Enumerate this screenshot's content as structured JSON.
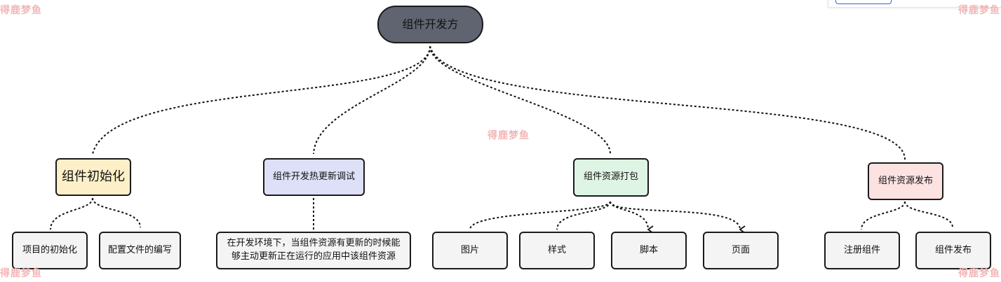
{
  "root": {
    "label": "组件开发方"
  },
  "branches": {
    "init": {
      "label": "组件初始化"
    },
    "hot": {
      "label": "组件开发热更新调试"
    },
    "pack": {
      "label": "组件资源打包"
    },
    "publish": {
      "label": "组件资源发布"
    }
  },
  "leaves": {
    "init_project": "项目的初始化",
    "init_config": "配置文件的编写",
    "hot_desc_line1": "在开发环境下，当组件资源有更新的时候能",
    "hot_desc_line2": "够主动更新正在运行的应用中该组件资源",
    "pack_image": "图片",
    "pack_style": "样式",
    "pack_script": "脚本",
    "pack_page": "页面",
    "publish_register": "注册组件",
    "publish_release": "组件发布"
  },
  "watermark": {
    "text": "得鹿梦鱼"
  },
  "colors": {
    "root_fill": "#5f6470",
    "init_fill": "#fdf0c8",
    "hot_fill": "#dde0f6",
    "pack_fill": "#def4e4",
    "publish_fill": "#fde2e2",
    "leaf_fill": "#f4f4f4",
    "watermark": "#f2b5b5"
  }
}
